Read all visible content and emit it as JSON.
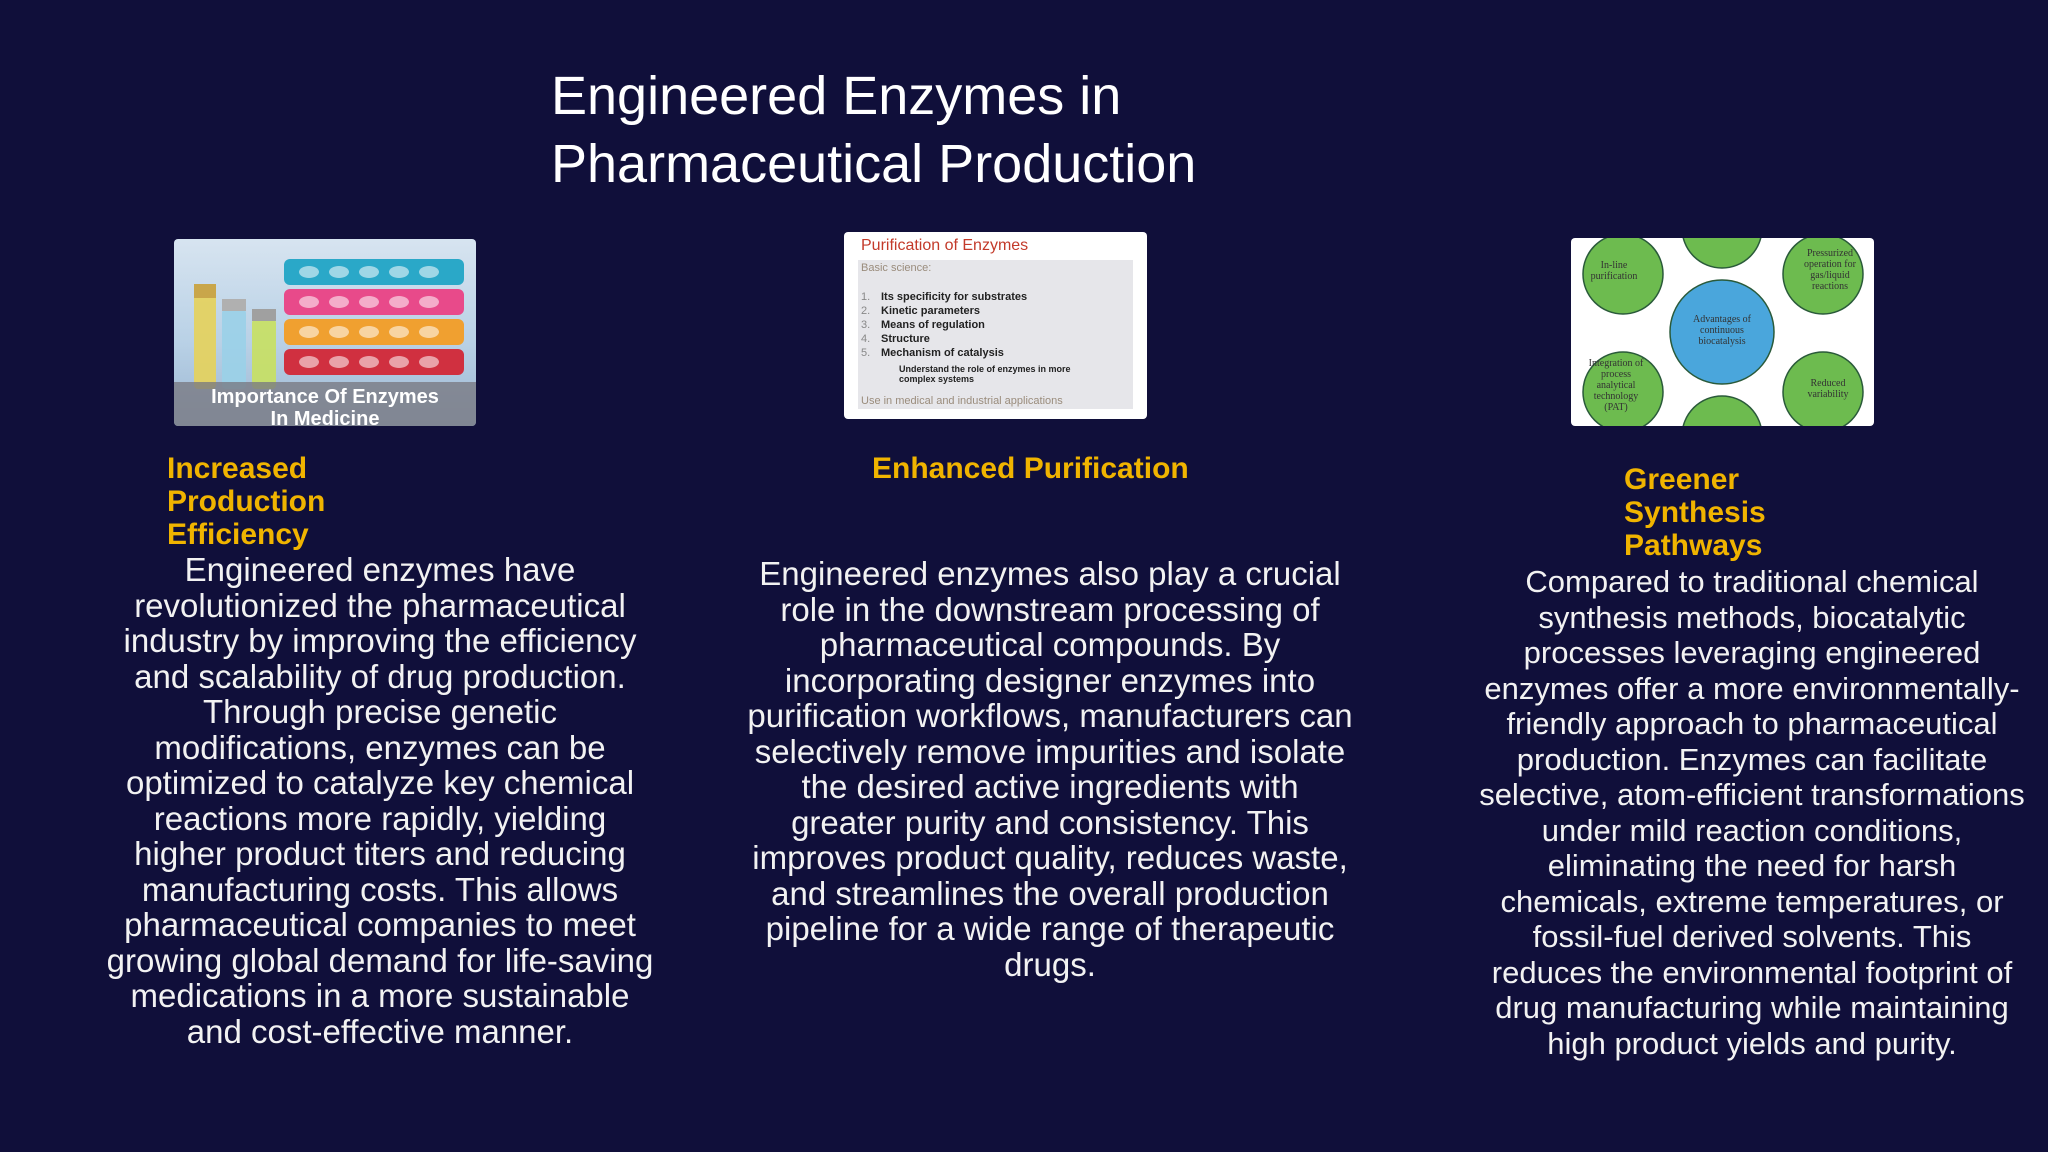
{
  "slide": {
    "title_lines": [
      "Engineered Enzymes in",
      "Pharmaceutical Production"
    ],
    "background": "#100f3a",
    "accent": "#f0b400"
  },
  "cards": {
    "card1": {
      "caption_lines": [
        "Importance Of Enzymes",
        "In Medicine"
      ]
    },
    "card2": {
      "title": "Purification of Enzymes",
      "subtitle": "Basic science:",
      "items": [
        {
          "n": "1.",
          "text": "Its specificity for substrates"
        },
        {
          "n": "2.",
          "text": "Kinetic parameters"
        },
        {
          "n": "3.",
          "text": "Means of regulation"
        },
        {
          "n": "4.",
          "text": "Structure"
        },
        {
          "n": "5.",
          "text": "Mechanism of catalysis"
        }
      ],
      "note_lines": [
        "Understand the role of enzymes in more",
        "complex systems"
      ],
      "footer": "Use in medical and industrial applications"
    },
    "card3": {
      "center_lines": [
        "Advantages of",
        "continuous",
        "biocatalysis"
      ],
      "nodes": {
        "inline": [
          "In-line",
          "purification"
        ],
        "pressurized": [
          "Pressurized",
          "operation for",
          "gas/liquid",
          "reactions"
        ],
        "integration": [
          "Integration of",
          "process",
          "analytical",
          "technology",
          "(PAT)"
        ],
        "reduced": [
          "Reduced",
          "variability"
        ]
      }
    }
  },
  "sections": [
    {
      "heading_lines": [
        "Increased",
        "Production",
        "Efficiency"
      ],
      "body_lines": [
        "Engineered enzymes have",
        "revolutionized the pharmaceutical",
        "industry by improving the efficiency",
        "and scalability of drug production.",
        "Through precise genetic",
        "modifications, enzymes can be",
        "optimized to catalyze key chemical",
        "reactions more rapidly, yielding",
        "higher product titers and reducing",
        "manufacturing costs. This allows",
        "pharmaceutical companies to meet",
        "growing global demand for life-saving",
        "medications in a more sustainable",
        "and cost-effective manner."
      ]
    },
    {
      "heading_lines": [
        "Enhanced Purification"
      ],
      "body_lines": [
        "Engineered enzymes also play a crucial",
        "role in the downstream processing of",
        "pharmaceutical compounds. By",
        "incorporating designer enzymes into",
        "purification workflows, manufacturers can",
        "selectively remove impurities and isolate",
        "the desired active ingredients with",
        "greater purity and consistency. This",
        "improves product quality, reduces waste,",
        "and streamlines the overall production",
        "pipeline for a wide range of therapeutic",
        "drugs."
      ]
    },
    {
      "heading_lines": [
        "Greener",
        "Synthesis",
        "Pathways"
      ],
      "body_lines": [
        "Compared to traditional chemical",
        "synthesis methods, biocatalytic",
        "processes leveraging engineered",
        "enzymes offer a more environmentally-",
        "friendly approach to pharmaceutical",
        "production. Enzymes can facilitate",
        "selective, atom-efficient transformations",
        "under mild reaction conditions,",
        "eliminating the need for harsh",
        "chemicals, extreme temperatures, or",
        "fossil-fuel derived solvents. This",
        "reduces the environmental footprint of",
        "drug manufacturing while maintaining",
        "high product yields and purity."
      ]
    }
  ]
}
